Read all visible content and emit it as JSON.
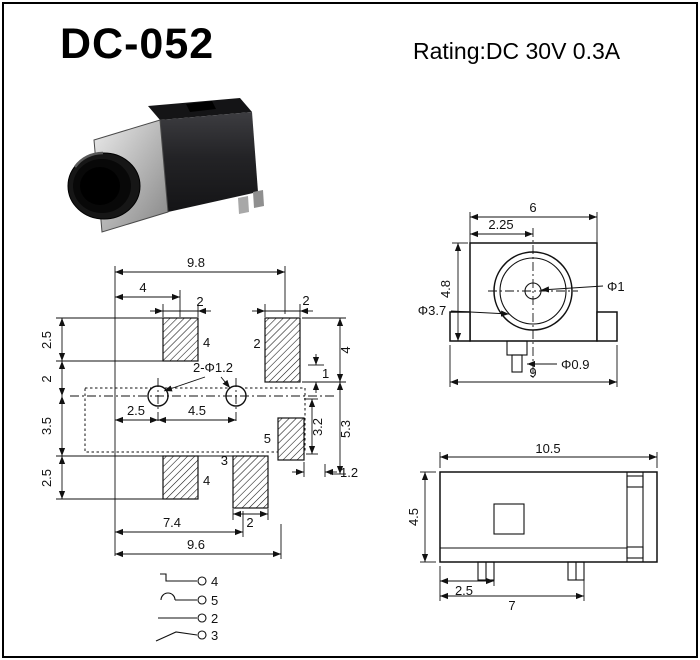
{
  "header": {
    "title": "DC-052",
    "rating": "Rating:DC 30V 0.3A"
  },
  "pcb_view": {
    "overall_width": "9.8",
    "pad_offset_x": "4",
    "pad_tl_w": "2",
    "pad_tr_w": "2",
    "left_chain": {
      "a": "2.5",
      "b": "2",
      "c": "3.5",
      "d": "2.5"
    },
    "pad_tl_h": "4",
    "mid_gap": "2",
    "holes": "2-Φ1.2",
    "hole_offset": "2.5",
    "hole_pitch": "4.5",
    "pad_mid_label": "5",
    "pad_bc_h": "3",
    "pad_bl_h": "4",
    "pad_bc_w": "2",
    "width_74": "7.4",
    "width_96": "9.6",
    "right_chain": {
      "a": "4",
      "b": "1",
      "c": "3.2",
      "d": "5.3",
      "e": "1.2"
    }
  },
  "front_view": {
    "body_width": "6",
    "center_offset": "2.25",
    "body_height": "4.8",
    "jack_dia": "Φ3.7",
    "pin_dia": "Φ1",
    "tab_dia": "Φ0.9",
    "overall_width": "9"
  },
  "side_view": {
    "overall_width": "10.5",
    "body_height": "4.5",
    "foot_offset": "2.5",
    "foot_span": "7"
  },
  "schematic": {
    "pins": [
      "4",
      "5",
      "2",
      "3"
    ]
  }
}
